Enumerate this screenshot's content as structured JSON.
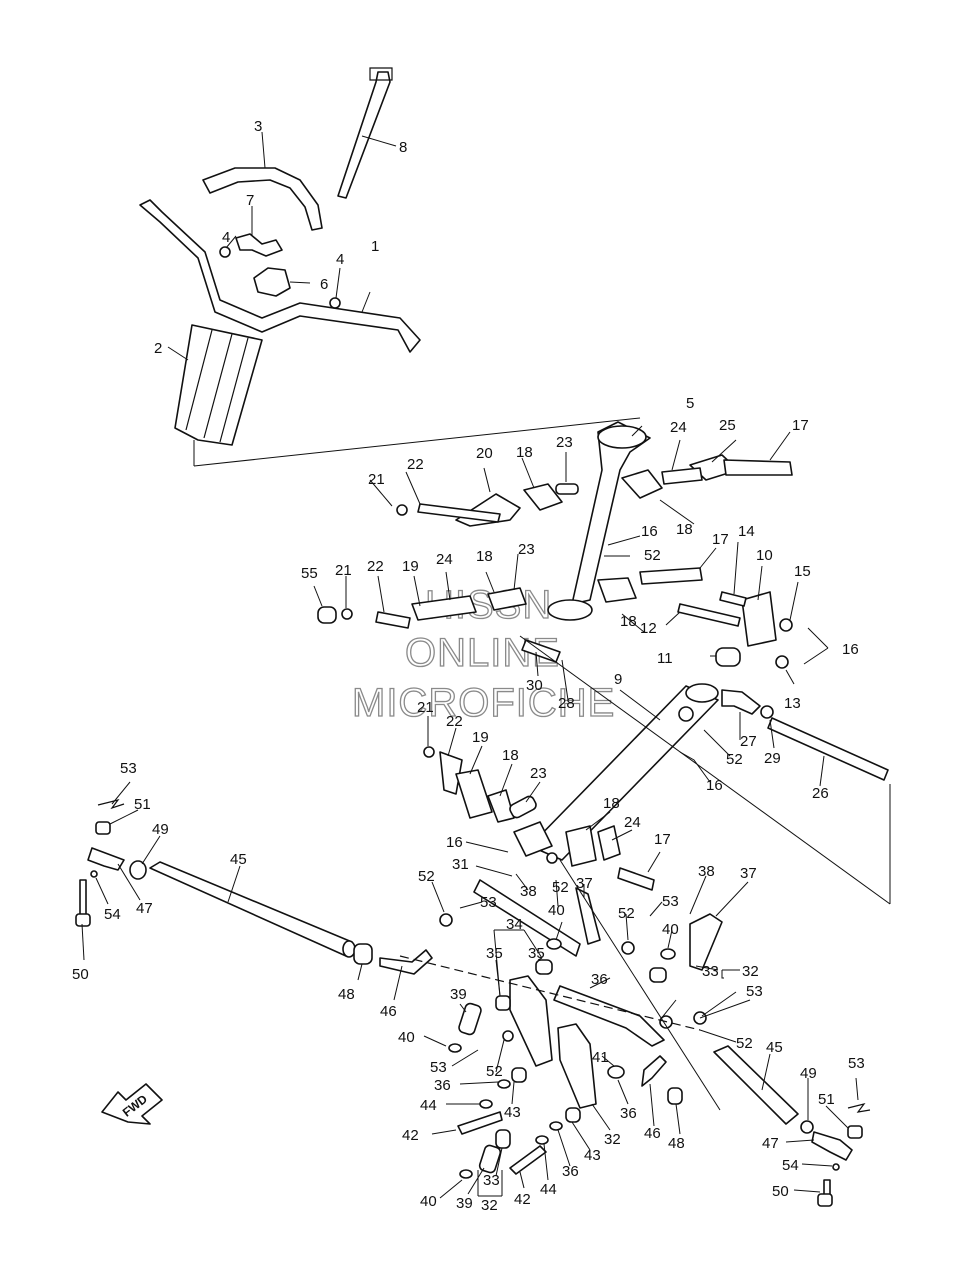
{
  "watermark": {
    "line1": "HISSN",
    "line2": "ONLINE",
    "line3": "MICROFICHE"
  },
  "direction_marker": "FWD",
  "callouts": [
    "1",
    "2",
    "3",
    "4",
    "5",
    "6",
    "7",
    "8",
    "9",
    "10",
    "11",
    "12",
    "13",
    "14",
    "15",
    "16",
    "17",
    "18",
    "19",
    "20",
    "21",
    "22",
    "23",
    "24",
    "25",
    "26",
    "27",
    "28",
    "29",
    "30",
    "31",
    "32",
    "33",
    "34",
    "35",
    "36",
    "37",
    "38",
    "39",
    "40",
    "41",
    "42",
    "43",
    "44",
    "45",
    "46",
    "47",
    "48",
    "49",
    "50",
    "51",
    "52",
    "53",
    "54",
    "55"
  ],
  "colors": {
    "line": "#111111",
    "background": "#ffffff",
    "watermark_outline": "#8a8a8a"
  }
}
